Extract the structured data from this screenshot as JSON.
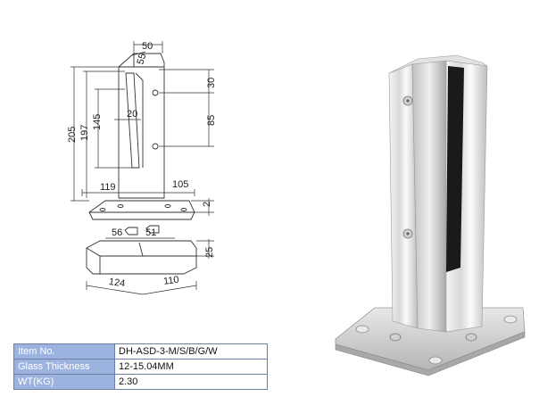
{
  "drawing": {
    "dimensions": [
      "50",
      "55",
      "30",
      "85",
      "20",
      "145",
      "197",
      "205",
      "119",
      "105",
      "2",
      "56",
      "51",
      "25",
      "124",
      "110"
    ]
  },
  "spec_table": [
    {
      "label": "Item No.",
      "value": "DH-ASD-3-M/S/B/G/W"
    },
    {
      "label": "Glass Thickness",
      "value": "12-15.04MM"
    },
    {
      "label": "WT(KG)",
      "value": "2.30"
    }
  ],
  "colors": {
    "table_header": "#9db3df",
    "table_border": "#6b7ea8",
    "line": "#222222"
  }
}
